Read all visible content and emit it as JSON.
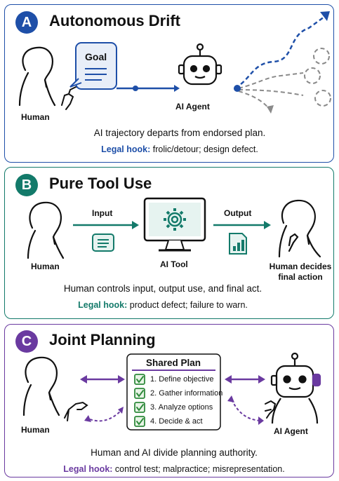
{
  "colors": {
    "blue": "#1e4fa8",
    "teal": "#137a6a",
    "purple": "#6a3aa0",
    "gray": "#8a8a8a"
  },
  "panel_a": {
    "letter": "A",
    "title": "Autonomous Drift",
    "goal_label": "Goal",
    "human_label": "Human",
    "agent_label": "AI Agent",
    "summary": "AI trajectory departs from endorsed plan.",
    "legal_hook_label": "Legal hook:",
    "legal_hook_text": "frolic/detour; design defect."
  },
  "panel_b": {
    "letter": "B",
    "title": "Pure Tool Use",
    "input_label": "Input",
    "output_label": "Output",
    "human_label": "Human",
    "tool_label": "AI Tool",
    "decider_label_1": "Human decides",
    "decider_label_2": "final action",
    "summary": "Human controls input, output use, and final act.",
    "legal_hook_label": "Legal hook:",
    "legal_hook_text": "product defect; failure to warn."
  },
  "panel_c": {
    "letter": "C",
    "title": "Joint Planning",
    "plan_title": "Shared Plan",
    "plan_steps": [
      "1. Define objective",
      "2. Gather information",
      "3. Analyze options",
      "4. Decide & act"
    ],
    "human_label": "Human",
    "agent_label": "AI Agent",
    "summary": "Human and AI divide planning authority.",
    "legal_hook_label": "Legal hook:",
    "legal_hook_text": "control test; malpractice; misrepresentation."
  }
}
